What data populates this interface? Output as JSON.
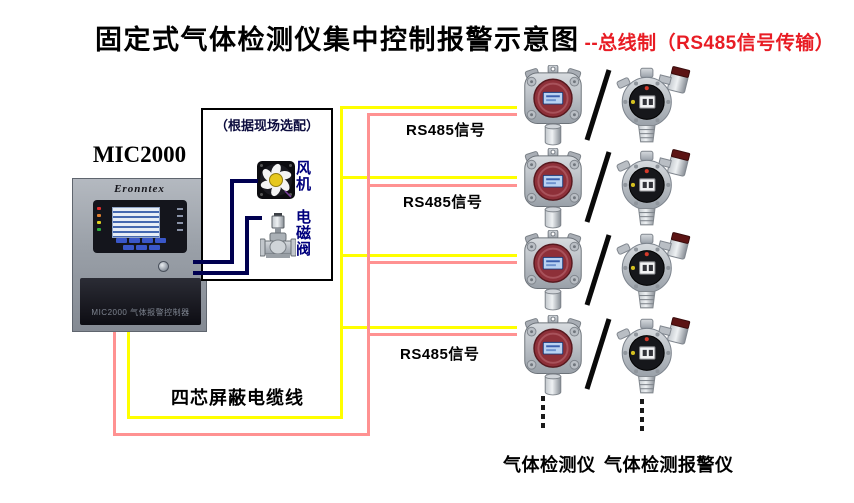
{
  "title": {
    "main": "固定式气体检测仪集中控制报警示意图",
    "suffix": "--总线制（RS485信号传输）"
  },
  "controller": {
    "model_label": "MIC2000",
    "brand": "Eronntex",
    "bottom_label": "MIC2000 气体报警控制器"
  },
  "optional_box": {
    "title": "（根据现场选配）",
    "fan_label": "风机",
    "valve_label": "电磁阀"
  },
  "wiring": {
    "rs485_label": "RS485信号",
    "cable_label": "四芯屏蔽电缆线"
  },
  "legend": {
    "detector_label": "气体检测仪",
    "alarm_label": "气体检测报警仪"
  },
  "colors": {
    "yellow_wire": "#ffff00",
    "pink_wire": "#ff9292",
    "navy_wire": "#000050",
    "title_accent": "#e81c24"
  }
}
